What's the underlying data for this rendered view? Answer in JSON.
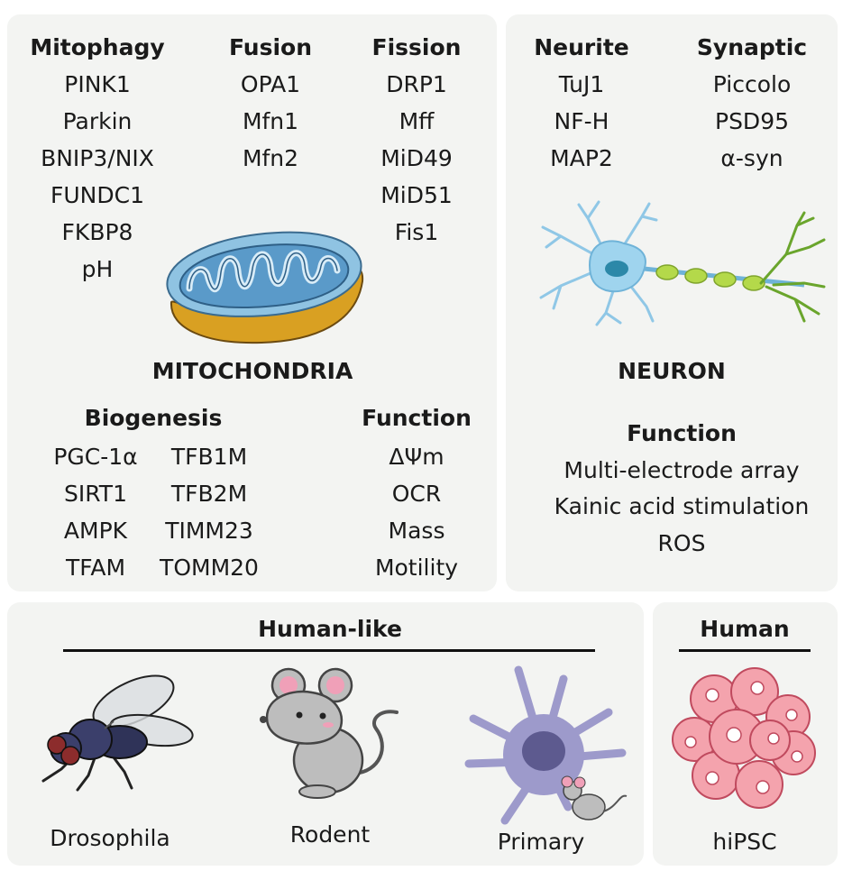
{
  "mitochondria": {
    "title": "MITOCHONDRIA",
    "mitophagy": {
      "heading": "Mitophagy",
      "items": [
        "PINK1",
        "Parkin",
        "BNIP3/NIX",
        "FUNDC1",
        "FKBP8",
        "pH"
      ]
    },
    "fusion": {
      "heading": "Fusion",
      "items": [
        "OPA1",
        "Mfn1",
        "Mfn2"
      ]
    },
    "fission": {
      "heading": "Fission",
      "items": [
        "DRP1",
        "Mff",
        "MiD49",
        "MiD51",
        "Fis1"
      ]
    },
    "biogenesis": {
      "heading": "Biogenesis",
      "col1": [
        "PGC-1α",
        "SIRT1",
        "AMPK",
        "TFAM"
      ],
      "col2": [
        "TFB1M",
        "TFB2M",
        "TIMM23",
        "TOMM20"
      ]
    },
    "function": {
      "heading": "Function",
      "items": [
        "ΔΨm",
        "OCR",
        "Mass",
        "Motility"
      ]
    }
  },
  "neuron": {
    "title": "NEURON",
    "neurite": {
      "heading": "Neurite",
      "items": [
        "TuJ1",
        "NF-H",
        "MAP2"
      ]
    },
    "synaptic": {
      "heading": "Synaptic",
      "items": [
        "Piccolo",
        "PSD95",
        "α-syn"
      ]
    },
    "function": {
      "heading": "Function",
      "items": [
        "Multi-electrode array",
        "Kainic acid stimulation",
        "ROS"
      ]
    }
  },
  "models": {
    "human_like": {
      "heading": "Human-like",
      "items": [
        "Drosophila",
        "Rodent",
        "Primary"
      ]
    },
    "human": {
      "heading": "Human",
      "items": [
        "hiPSC"
      ]
    }
  },
  "colors": {
    "panel": "#f3f4f2",
    "mito_membrane": "#d9a022",
    "mito_inner": "#5a9ac9",
    "neuron_body": "#9fd4ee",
    "neuron_axon": "#b4d94a",
    "dendrite_green": "#6aa52c",
    "fly_body": "#3b3f6b",
    "fly_eye": "#8c2c2c",
    "mouse": "#bdbdbd",
    "primary_cell": "#9d9acb",
    "hipsc_cell": "#f4a3ad"
  }
}
